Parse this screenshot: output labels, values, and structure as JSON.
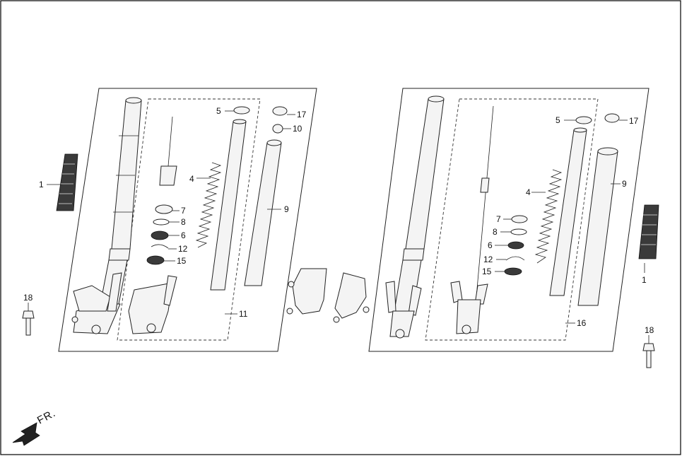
{
  "labels": {
    "p1": "1",
    "p4": "4",
    "p5": "5",
    "p6": "6",
    "p7": "7",
    "p8": "8",
    "p9": "9",
    "p10": "10",
    "p11": "11",
    "p12": "12",
    "p15": "15",
    "p17": "17",
    "p18": "18",
    "r1": "1",
    "r4": "4",
    "r5": "5",
    "r6": "6",
    "r7": "7",
    "r8": "8",
    "r9": "9",
    "r12": "12",
    "r15": "15",
    "r16": "16",
    "r17": "17",
    "r18": "18"
  },
  "front_marker": "FR.",
  "icons": {
    "front_arrow": "arrow-down-left-icon"
  }
}
